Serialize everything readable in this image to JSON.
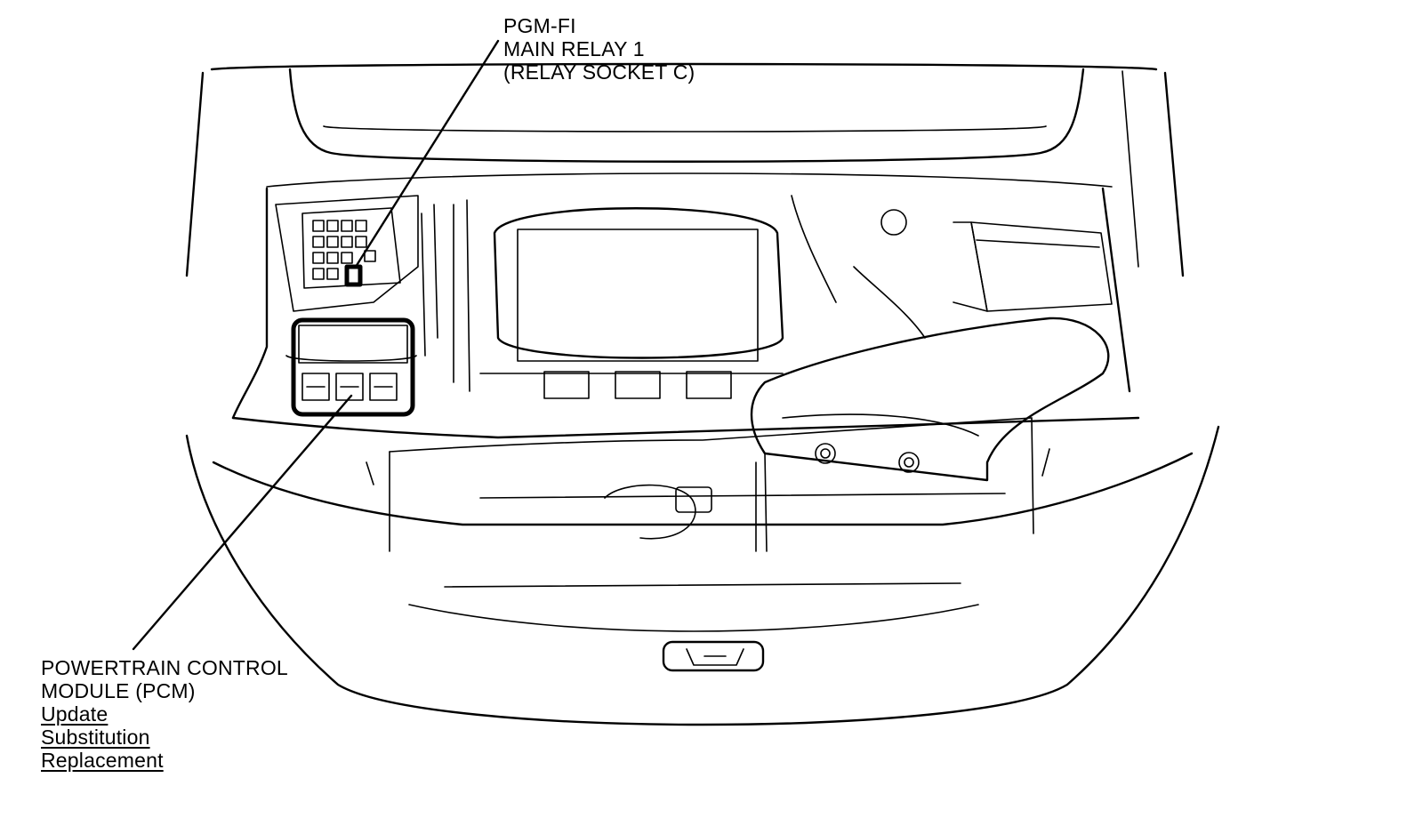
{
  "callouts": {
    "relay": {
      "line1": "PGM-FI",
      "line2": "MAIN RELAY 1",
      "line3": "(RELAY SOCKET C)"
    },
    "pcm": {
      "line1": "POWERTRAIN CONTROL",
      "line2": "MODULE (PCM)",
      "links": [
        "Update",
        "Substitution",
        "Replacement"
      ]
    }
  }
}
